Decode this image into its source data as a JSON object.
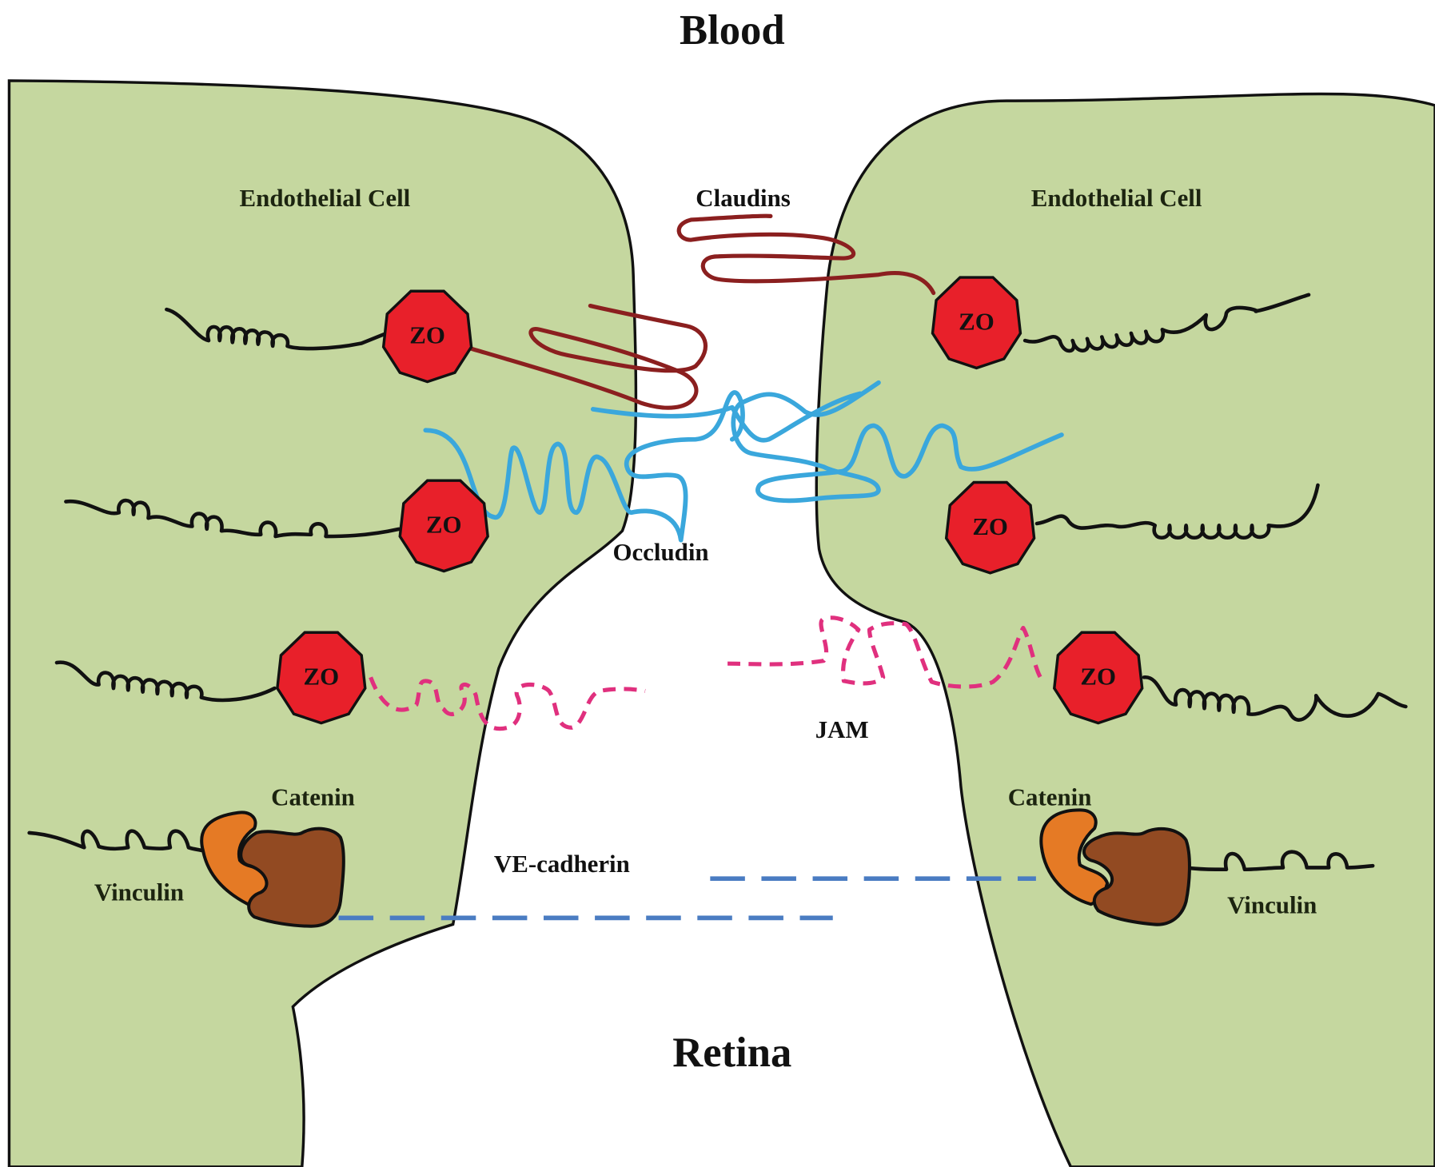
{
  "title_top": "Blood",
  "title_bottom": "Retina",
  "cells": [
    {
      "side": "left",
      "label": "Endothelial Cell"
    },
    {
      "side": "right",
      "label": "Endothelial Cell"
    }
  ],
  "labels": {
    "claudins": "Claudins",
    "occludin": "Occludin",
    "jam": "JAM",
    "ve_cadherin": "VE-cadherin",
    "catenin_left": "Catenin",
    "catenin_right": "Catenin",
    "vinculin_left": "Vinculin",
    "vinculin_right": "Vinculin"
  },
  "zo_proteins": [
    {
      "side": "left",
      "row": 1,
      "label": "ZO"
    },
    {
      "side": "left",
      "row": 2,
      "label": "ZO"
    },
    {
      "side": "left",
      "row": 3,
      "label": "ZO"
    },
    {
      "side": "right",
      "row": 1,
      "label": "ZO"
    },
    {
      "side": "right",
      "row": 2,
      "label": "ZO"
    },
    {
      "side": "right",
      "row": 3,
      "label": "ZO"
    }
  ],
  "colors": {
    "cell_fill": "#c5d79f",
    "zo": "#e8202a",
    "claudins": "#8b1f1f",
    "occludin": "#3aa7dc",
    "jam": "#e0307e",
    "ve_cadherin": "#4a7cc2",
    "catenin_light": "#e57a25",
    "catenin_dark": "#924a22"
  }
}
